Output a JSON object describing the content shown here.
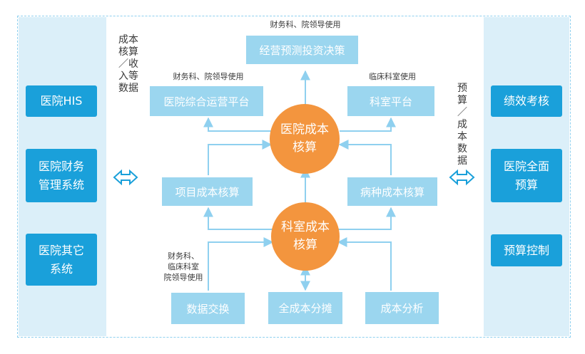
{
  "left_column": {
    "boxes": [
      "医院HIS",
      "医院财务\n管理系统",
      "医院其它\n系统"
    ]
  },
  "right_column": {
    "boxes": [
      "绩效考核",
      "医院全面\n预算",
      "预算控制"
    ]
  },
  "left_flow_label": "成本核算／收入等数据",
  "right_flow_label": "预算／成本数据",
  "top": {
    "note": "财务科、院领导使用",
    "box": "经营预测投资决策"
  },
  "upper_left": {
    "note": "财务科、院领导使用",
    "box": "医院综合运营平台"
  },
  "upper_right": {
    "note": "临床科室使用",
    "box": "科室平台"
  },
  "center_upper_circle": "医院成本\n核算",
  "center_lower_circle": "科室成本\n核算",
  "middle_left_box": "项目成本核算",
  "middle_right_box": "病种成本核算",
  "bottom_note": "财务科、\n临床科室\n院领导使用",
  "bottom_boxes": [
    "数据交换",
    "全成本分摊",
    "成本分析"
  ],
  "colors": {
    "dark_box": "#1aa0da",
    "light_box": "#9bd6ef",
    "circle": "#f3953e",
    "panel": "#dbeff9",
    "arrow": "#8fd0ef"
  }
}
